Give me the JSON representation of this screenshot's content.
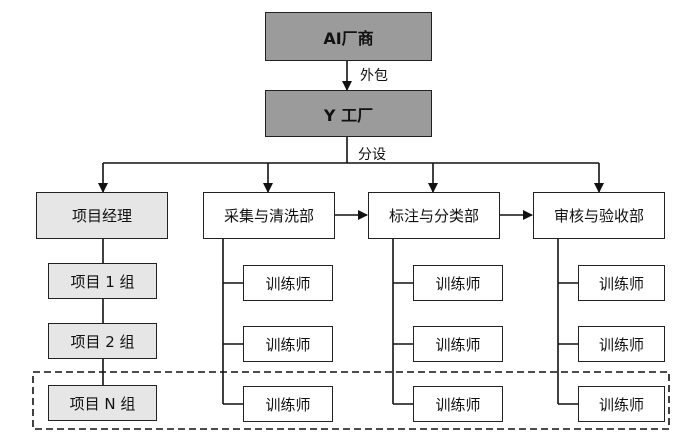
{
  "top": {
    "vendor": "AI厂商",
    "outsource_label": "外包",
    "factory": "Y 工厂",
    "setup_label": "分设"
  },
  "departments": {
    "manager": "项目经理",
    "collect": "采集与清洗部",
    "annotate": "标注与分类部",
    "review": "审核与验收部"
  },
  "groups": [
    "项目 1 组",
    "项目 2 组",
    "项目 N 组"
  ],
  "trainer_label": "训练师",
  "colors": {
    "dark_box": "#9b9b9b",
    "light_box": "#e6e6e6",
    "line": "#222222"
  }
}
